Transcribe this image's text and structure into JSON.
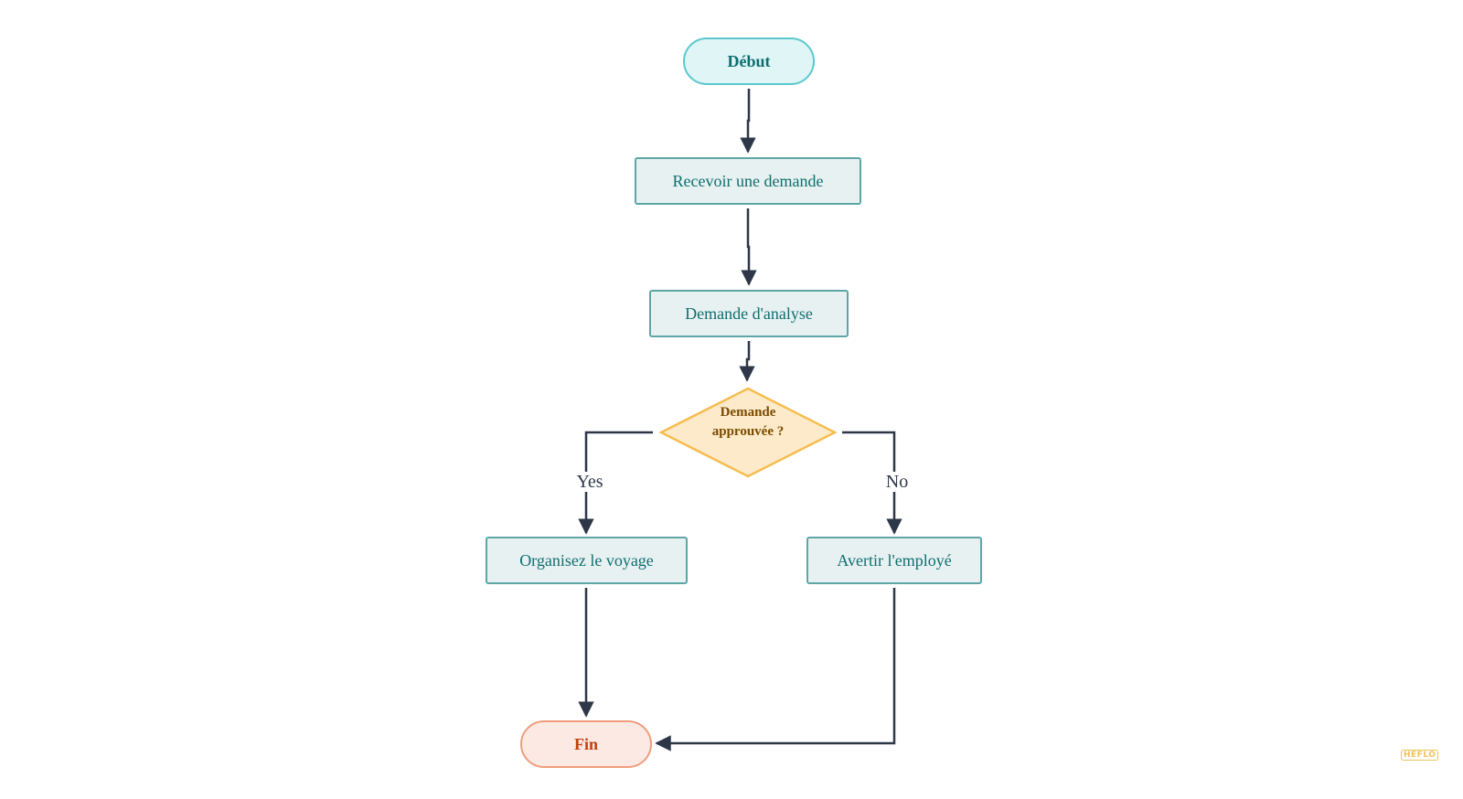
{
  "diagram": {
    "nodes": {
      "start": "Début",
      "receive": "Recevoir une demande",
      "analyze": "Demande d'analyse",
      "decision_line1": "Demande",
      "decision_line2": "approuvée ?",
      "organize": "Organisez le voyage",
      "notify": "Avertir l'employé",
      "end": "Fin"
    },
    "branches": {
      "yes": "Yes",
      "no": "No"
    }
  },
  "watermark": "HEFLO",
  "colors": {
    "connector": "#2d3748",
    "start_fill": "#dff5f6",
    "start_border": "#5bc8cf",
    "process_fill": "#e8f1f1",
    "process_border": "#5ea6a6",
    "decision_fill": "#fdeacb",
    "decision_border": "#f5bd4f",
    "end_fill": "#fde9e3",
    "end_border": "#ef9d7c"
  }
}
